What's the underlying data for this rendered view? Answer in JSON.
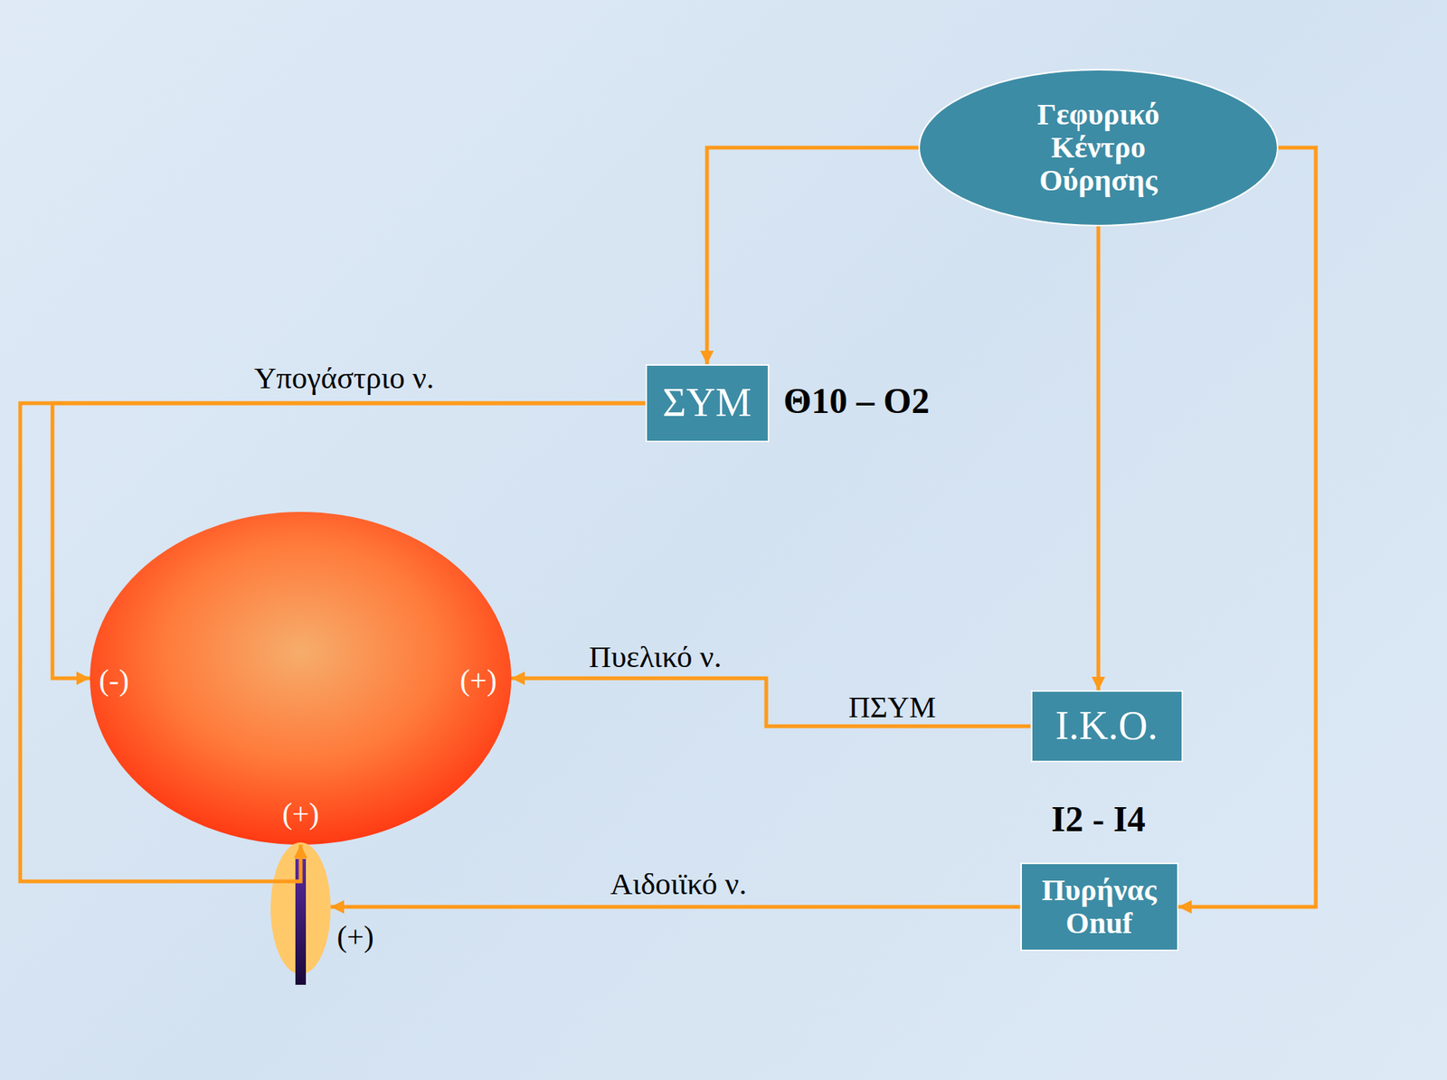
{
  "diagram": {
    "nodes": [
      {
        "text": [
          "Γεφυρικό Κέντρο Ούρησης"
        ]
      },
      {
        "text": [
          "ΣΥΜ"
        ]
      },
      {
        "text": [
          "Ι.Κ.Ο."
        ]
      },
      {
        "text": [
          "Πυρήνας Onuf"
        ]
      },
      {
        "text": [
          "(-)",
          "(+)",
          "(+)"
        ]
      },
      {
        "text": [
          "(+)"
        ]
      }
    ],
    "edges": [
      {
        "from": 0,
        "to": 1,
        "arrow": "to"
      },
      {
        "from": 0,
        "to": 2,
        "arrow": "to"
      },
      {
        "from": 0,
        "to": 3,
        "arrow": "to"
      },
      {
        "from": 1,
        "to": 4,
        "label": "Υπογάστριο ν.",
        "arrow": "to"
      },
      {
        "from": 1,
        "to": 4,
        "arrow": "to"
      },
      {
        "from": 2,
        "to": 4,
        "label": "Πυελικό ν.",
        "arrow": "to"
      },
      {
        "from": 3,
        "to": 5,
        "label": "Αιδοιϊκό ν.",
        "arrow": "to"
      }
    ],
    "labels": [
      "Θ10 – Ο2",
      "ΠΣΥΜ",
      "Ι2 - Ι4"
    ]
  }
}
